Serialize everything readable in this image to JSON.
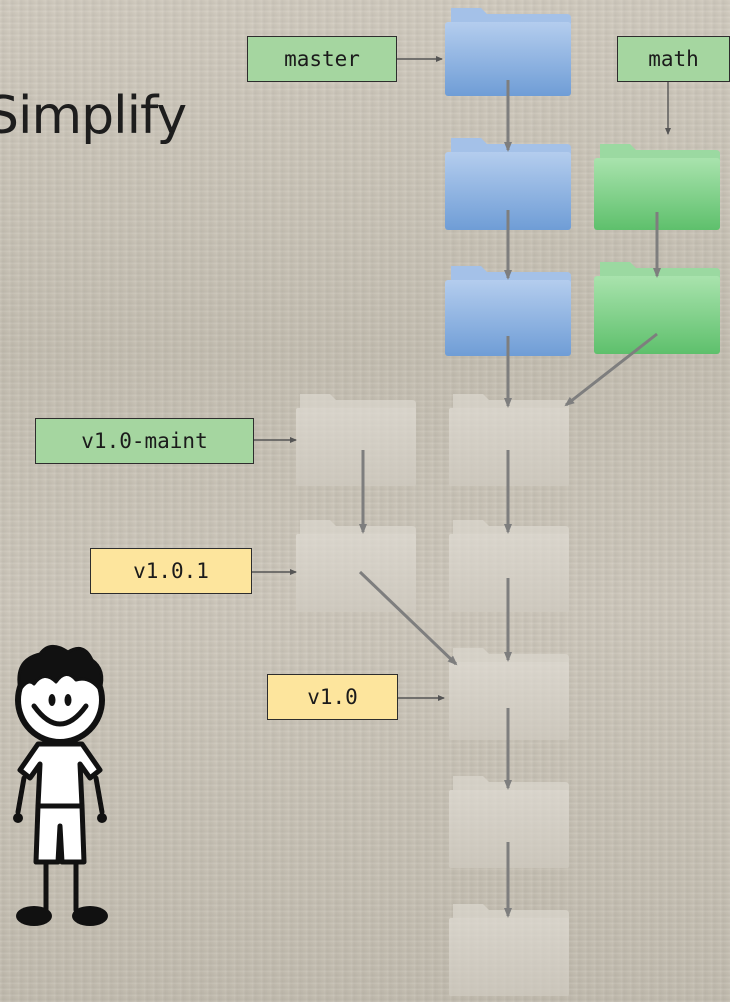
{
  "slide": {
    "title": "Simplify"
  },
  "labels": {
    "master": "master",
    "math": "math",
    "v1_0_maint": "v1.0-maint",
    "v1_0_1": "v1.0.1",
    "v1_0": "v1.0"
  },
  "colors": {
    "branch_label": "#a5d6a0",
    "tag_label": "#fde59d",
    "master_commit": "#7fa9dc",
    "math_commit": "#6ec77a",
    "history_commit": "#d7d3cb",
    "arrow": "#7e7e7e"
  },
  "icons": {
    "commit": "folder-icon",
    "person": "stick-figure-icon"
  }
}
